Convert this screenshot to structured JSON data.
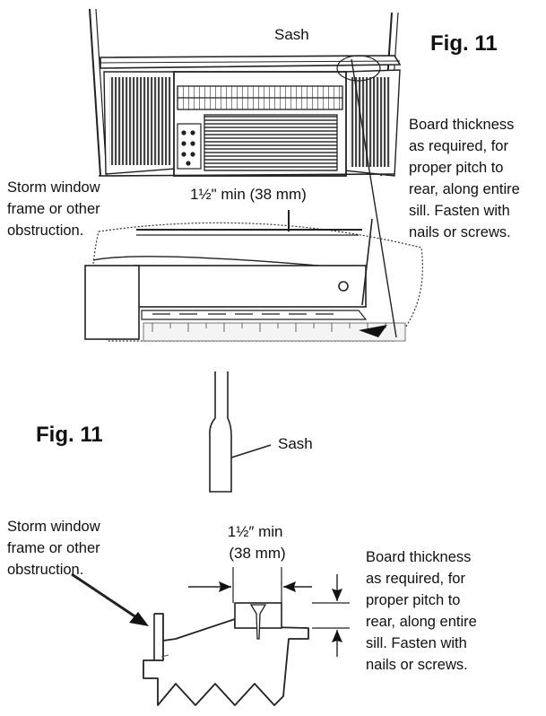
{
  "top": {
    "figure_label": "Fig. 11",
    "sash_label": "Sash",
    "board_note": [
      "Board thickness",
      "as required, for",
      "proper pitch to",
      "rear, along entire",
      "sill. Fasten with",
      "nails or screws."
    ],
    "storm_note": [
      "Storm window",
      "frame or other",
      "obstruction."
    ],
    "min_label": "1½\" min (38 mm)"
  },
  "bottom": {
    "figure_label": "Fig. 11",
    "sash_label": "Sash",
    "storm_note": [
      "Storm window",
      "frame or other",
      "obstruction."
    ],
    "min_label": [
      "1½″ min",
      "(38 mm)"
    ],
    "board_note": [
      "Board thickness",
      "as required, for",
      "proper pitch to",
      "rear, along entire",
      "sill. Fasten with",
      "nails or screws."
    ]
  }
}
